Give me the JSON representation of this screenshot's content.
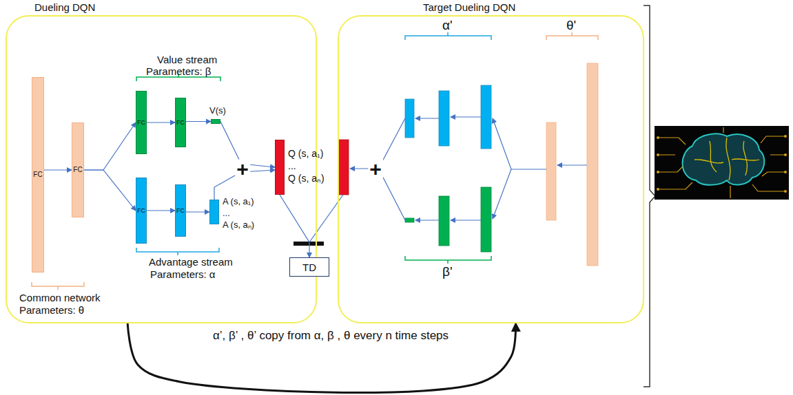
{
  "diagram": {
    "nodes": [
      {
        "text": [
          "Dueling DQN"
        ]
      },
      {
        "text": [
          "FC"
        ],
        "in": 0
      },
      {
        "text": [
          "FC"
        ],
        "in": 0
      },
      {
        "text": [
          "FC"
        ],
        "in": 0
      },
      {
        "text": [
          "FC"
        ],
        "in": 0
      },
      {
        "text": [
          "V(s)"
        ],
        "in": 0
      },
      {
        "text": [
          "FC"
        ],
        "in": 0
      },
      {
        "text": [
          "FC"
        ],
        "in": 0
      },
      {
        "text": [
          "A (s, a₁)",
          "...",
          "A (s, aₙ)"
        ],
        "in": 0
      },
      {
        "text": [
          "Q (s, a₁)",
          "...",
          "Q (s, aₙ)"
        ],
        "in": 0
      },
      {
        "text": [
          "TD"
        ]
      },
      {
        "text": [
          "Target Dueling DQN"
        ]
      }
    ],
    "edges": [
      {
        "from": 1,
        "to": 2,
        "arrow": "to"
      },
      {
        "from": 2,
        "to": 3,
        "arrow": "to"
      },
      {
        "from": 2,
        "to": 6,
        "arrow": "to"
      },
      {
        "from": 3,
        "to": 4,
        "arrow": "to"
      },
      {
        "from": 4,
        "to": 5,
        "arrow": "to"
      },
      {
        "from": 6,
        "to": 7,
        "arrow": "to"
      },
      {
        "from": 7,
        "to": 8,
        "arrow": "to"
      },
      {
        "from": 5,
        "to": 9,
        "arrow": "to"
      },
      {
        "from": 8,
        "to": 9,
        "arrow": "to"
      },
      {
        "from": 9,
        "to": 10,
        "arrow": "to"
      },
      {
        "from": 0,
        "to": 11,
        "label": "α’, β’ , θ’ copy from α, β , θ every n time steps",
        "arrow": "to"
      }
    ],
    "labels": [
      "Value stream",
      "Parameters: β",
      "Advantage stream",
      "Parameters: α",
      "Common network",
      "Parameters: θ",
      "+",
      "+",
      "α'",
      "β'",
      "θ'"
    ]
  }
}
